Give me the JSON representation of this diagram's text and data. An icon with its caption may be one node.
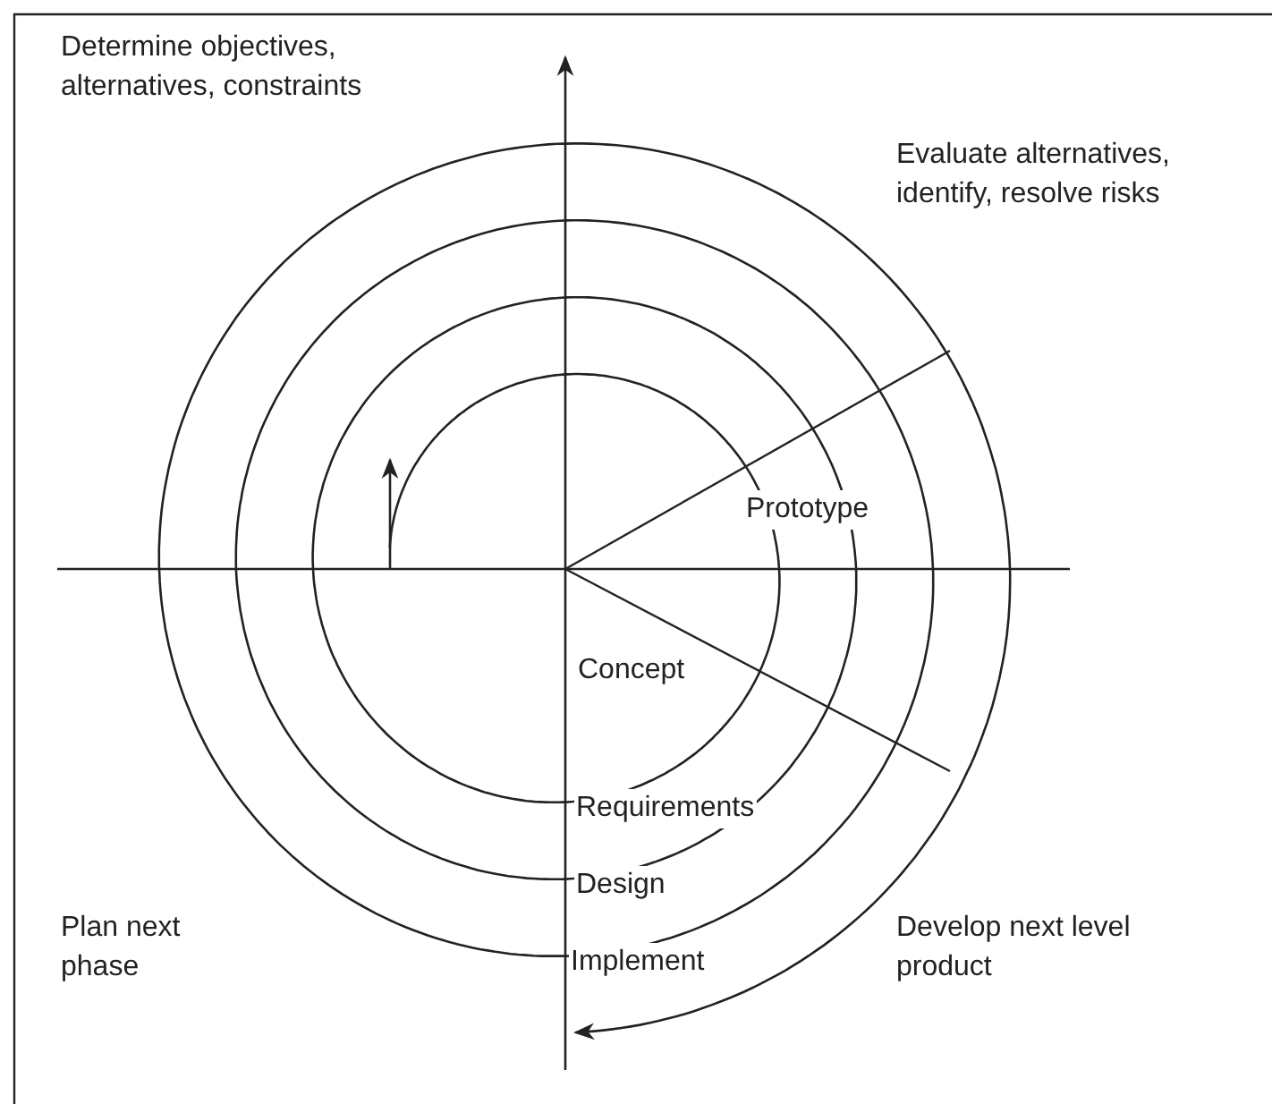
{
  "diagram": {
    "labels": [
      "Determine objectives, alternatives, constraints",
      "Evaluate alternatives, identify, resolve risks",
      "Prototype",
      "Concept",
      "Requirements",
      "Design",
      "Plan next phase",
      "Develop next level product",
      "Implement"
    ]
  }
}
